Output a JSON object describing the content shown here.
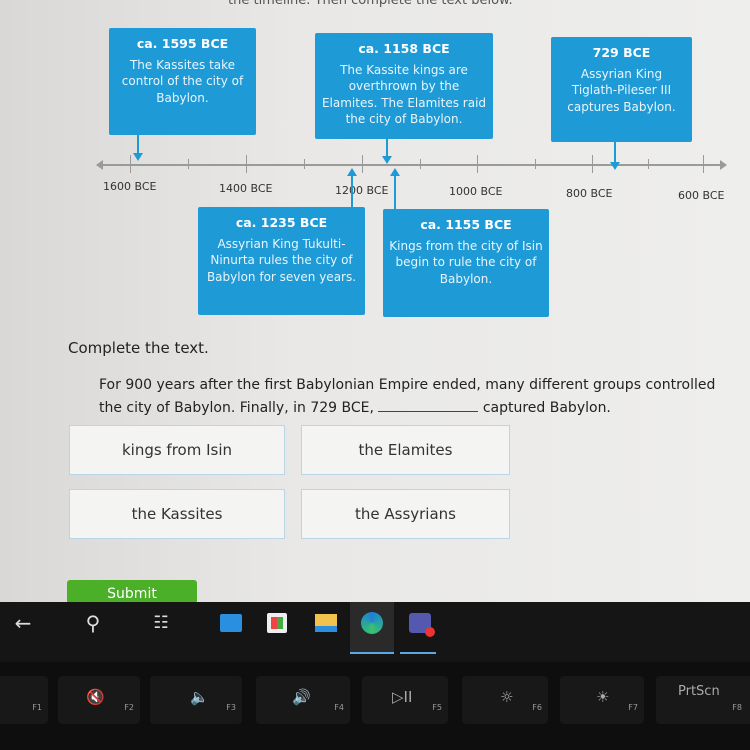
{
  "instruction": "the timeline. Then complete the text below.",
  "timeline": {
    "axis_labels": [
      "1600 BCE",
      "1400 BCE",
      "1200 BCE",
      "1000 BCE",
      "800 BCE",
      "600 BCE"
    ],
    "events": [
      {
        "date": "ca. 1595 BCE",
        "text": "The Kassites take control of the city of Babylon."
      },
      {
        "date": "ca. 1158 BCE",
        "text": "The Kassite kings are overthrown by the Elamites. The Elamites raid the city of Babylon."
      },
      {
        "date": "729 BCE",
        "text": "Assyrian King Tiglath-Pileser III captures Babylon."
      },
      {
        "date": "ca. 1235 BCE",
        "text": "Assyrian King Tukulti-Ninurta rules the city of Babylon for seven years."
      },
      {
        "date": "ca. 1155 BCE",
        "text": "Kings from the city of Isin begin to rule the city of Babylon."
      }
    ]
  },
  "question": {
    "heading": "Complete the text.",
    "part1": "For 900 years after the first Babylonian Empire ended, many different groups controlled",
    "part2": "the city of Babylon. Finally, in 729 BCE,",
    "part3": "captured Babylon."
  },
  "options": [
    "kings from Isin",
    "the Elamites",
    "the Kassites",
    "the Assyrians"
  ],
  "submit": "Submit",
  "keys": [
    {
      "glyph": "",
      "fn": "F1"
    },
    {
      "glyph": "🔇",
      "fn": "F2"
    },
    {
      "glyph": "🔈",
      "fn": "F3"
    },
    {
      "glyph": "🔊",
      "fn": "F4"
    },
    {
      "glyph": "▷II",
      "fn": "F5"
    },
    {
      "glyph": "☼",
      "fn": "F6"
    },
    {
      "glyph": "☀",
      "fn": "F7"
    },
    {
      "glyph": "PrtScn",
      "fn": "F8"
    }
  ]
}
